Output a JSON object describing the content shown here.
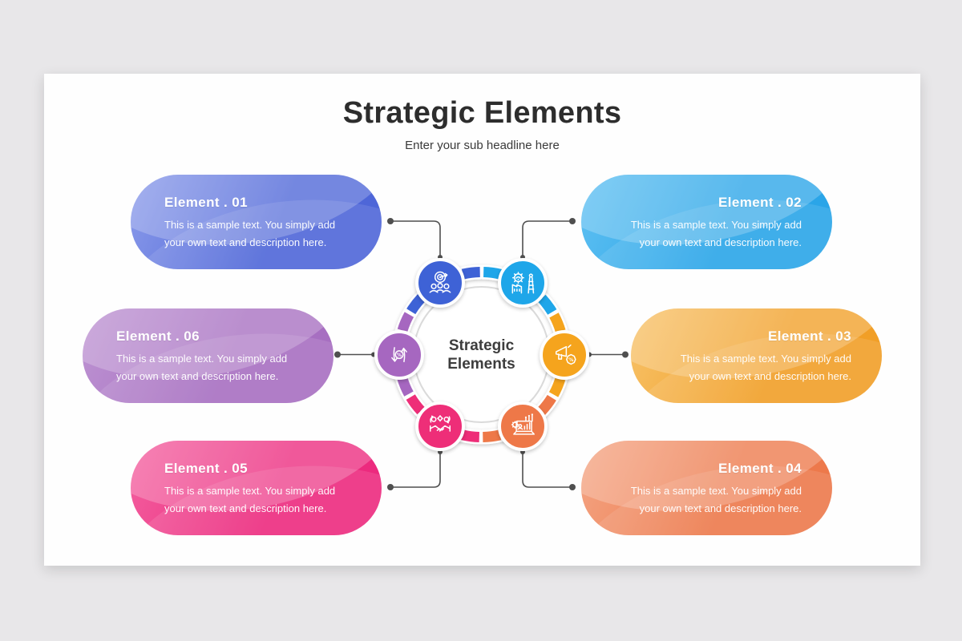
{
  "slide": {
    "title": "Strategic Elements",
    "subtitle": "Enter your sub headline here"
  },
  "hub": {
    "label_line1": "Strategic",
    "label_line2": "Elements"
  },
  "elements": [
    {
      "id": "01",
      "title": "Element . 01",
      "body": "This is a sample text. You simply add your own text and description here.",
      "icon": "audience-target-icon",
      "color_light": "#8b9bea",
      "color_main": "#4e66d8",
      "icon_color": "#3e62d6"
    },
    {
      "id": "02",
      "title": "Element . 02",
      "body": "This is a sample text. You simply add your own text and description here.",
      "icon": "industry-gear-icon",
      "color_light": "#5fc0f2",
      "color_main": "#2aa5e8",
      "icon_color": "#1ea6e9"
    },
    {
      "id": "03",
      "title": "Element . 03",
      "body": "This is a sample text. You simply add your own text and description here.",
      "icon": "megaphone-percent-icon",
      "color_light": "#f7c269",
      "color_main": "#f19f27",
      "icon_color": "#f5a41d"
    },
    {
      "id": "04",
      "title": "Element . 04",
      "body": "This is a sample text. You simply add your own text and description here.",
      "icon": "analytics-laptop-icon",
      "color_light": "#f4a584",
      "color_main": "#ed794b",
      "icon_color": "#ee7848"
    },
    {
      "id": "05",
      "title": "Element . 05",
      "body": "This is a sample text. You simply add your own text and description here.",
      "icon": "handshake-gear-icon",
      "color_light": "#f3609f",
      "color_main": "#ec2a7e",
      "icon_color": "#ee2e78"
    },
    {
      "id": "06",
      "title": "Element . 06",
      "body": "This is a sample text. You simply add your own text and description here.",
      "icon": "exchange-percent-icon",
      "color_light": "#bd93d2",
      "color_main": "#a76fc1",
      "icon_color": "#a667c0"
    }
  ],
  "connector_color": "#4f4f4f",
  "hub_ring_backing_color": "#ffffff",
  "hub_border_color": "#dadada",
  "background_color": "#e8e7e9",
  "slide_color": "#fefefe"
}
